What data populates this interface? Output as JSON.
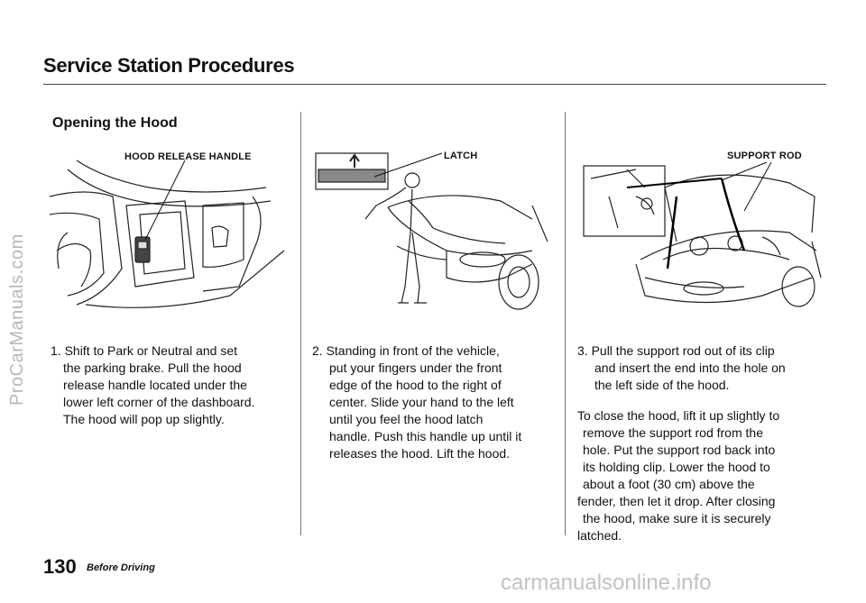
{
  "header": {
    "title": "Service Station Procedures"
  },
  "section": {
    "title": "Opening the Hood"
  },
  "callouts": {
    "hood_release_handle": "HOOD RELEASE HANDLE",
    "latch": "LATCH",
    "support_rod": "SUPPORT ROD"
  },
  "steps": {
    "step1": [
      "1. Shift to Park or Neutral and set",
      "the parking brake. Pull the hood",
      "release handle located under the",
      "lower left corner of the dashboard.",
      "The hood will pop up slightly."
    ],
    "step2": [
      "2. Standing in front of the vehicle,",
      "put your fingers under the front",
      "edge of the hood to the right of",
      "center. Slide your hand to the left",
      "until you feel the hood latch",
      "handle. Push this handle up until it",
      "releases the hood. Lift the hood."
    ],
    "step3": [
      "3. Pull the support rod out of its clip",
      "and insert the end into the hole on",
      "the left side of the hood."
    ],
    "closing": [
      "To close the hood, lift it up slightly to",
      "remove the support rod from the",
      "hole. Put the support rod back into",
      "its holding clip. Lower the hood to",
      "about a foot (30 cm) above the",
      "fender, then let it drop. After closing",
      "the hood, make sure it is securely",
      "latched."
    ]
  },
  "footer": {
    "page_number": "130",
    "section_name": "Before Driving"
  },
  "watermarks": {
    "side": "ProCarManuals.com",
    "bottom": "carmanualsonline.info"
  }
}
